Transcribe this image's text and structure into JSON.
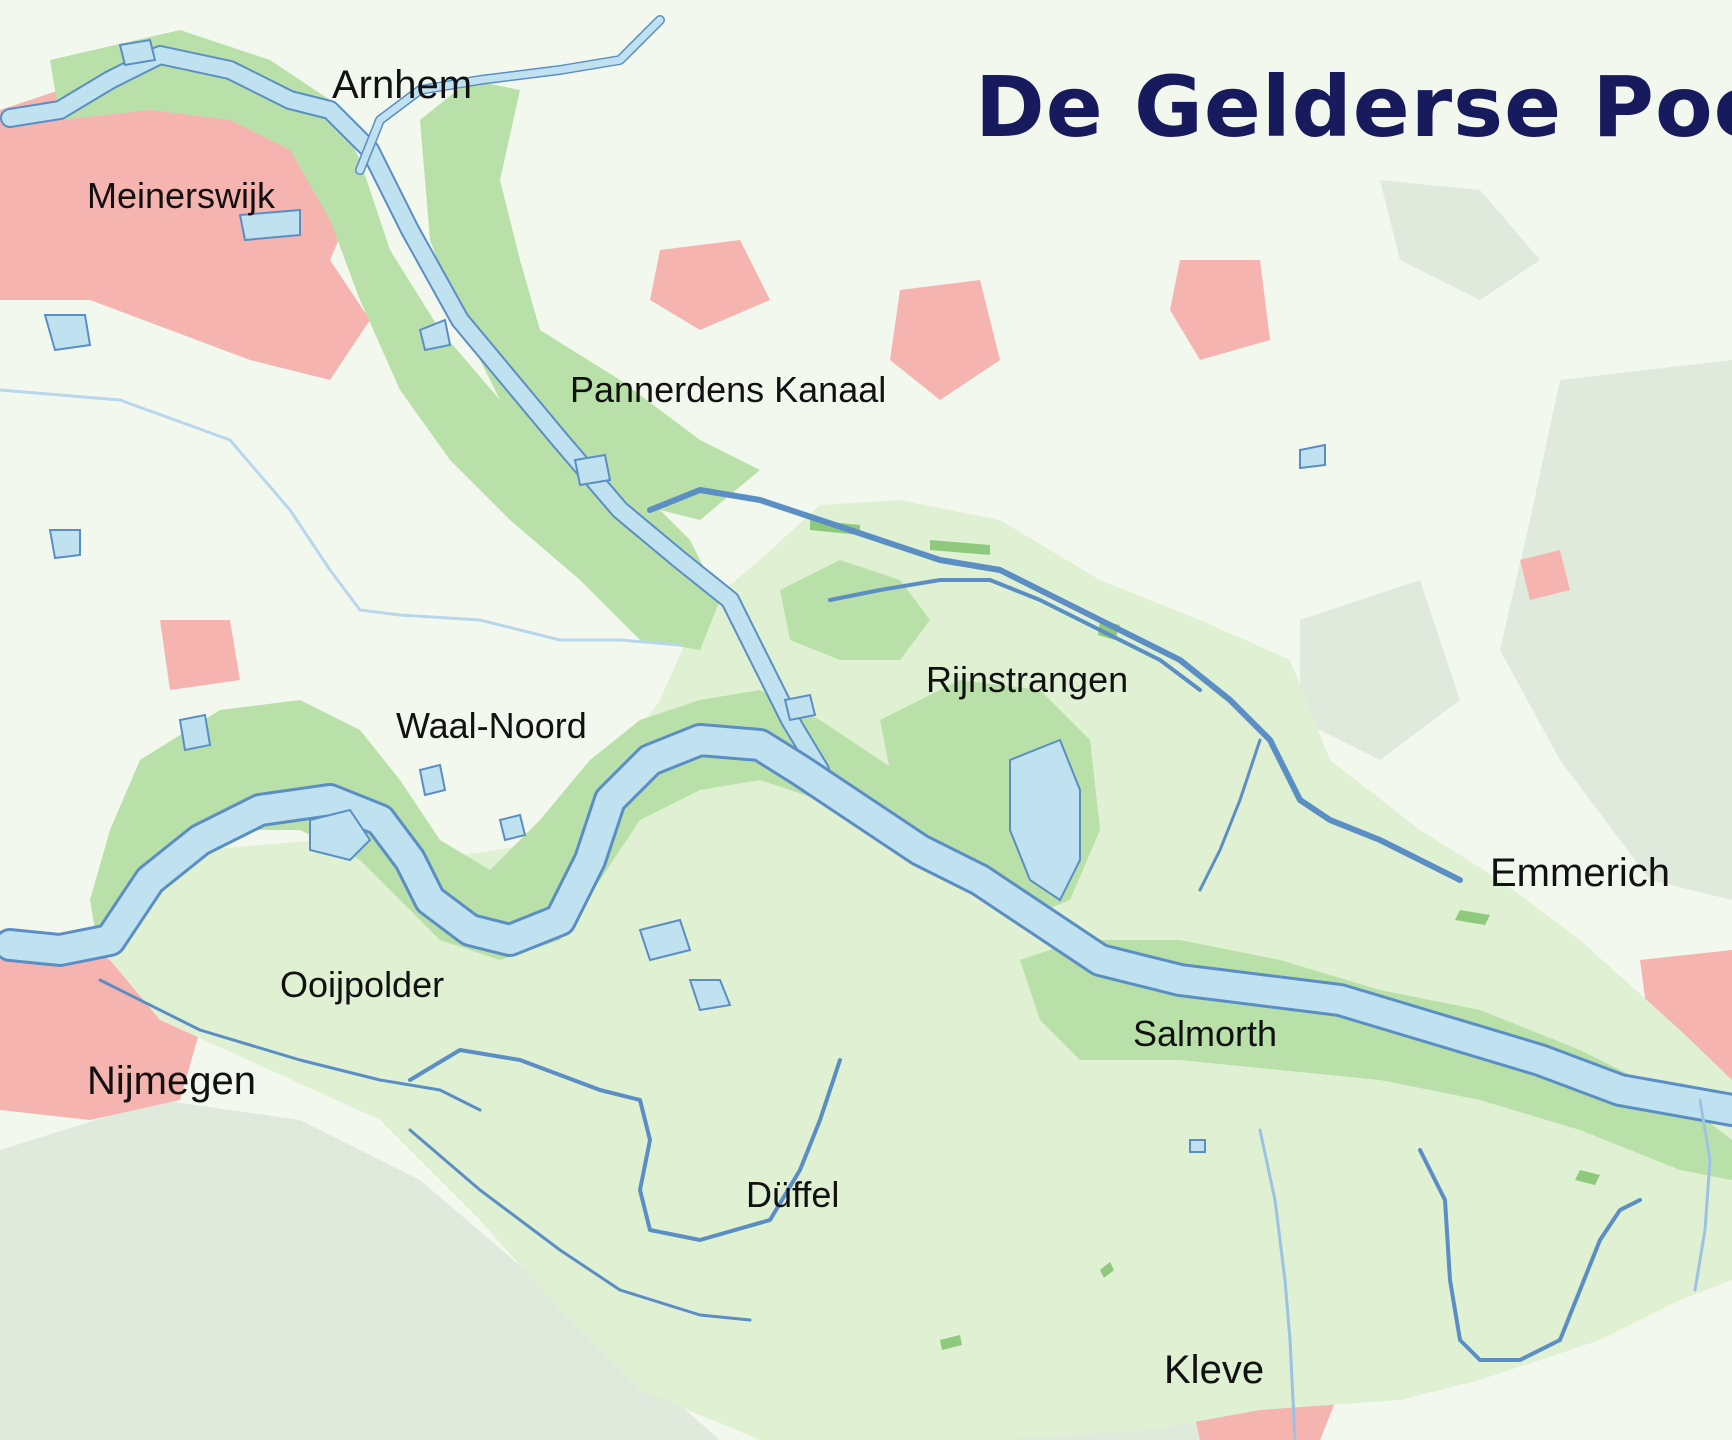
{
  "map": {
    "title": "De Gelderse Poort",
    "places": {
      "arnhem": "Arnhem",
      "meinerswijk": "Meinerswijk",
      "pannerdens_kanaal": "Pannerdens Kanaal",
      "rijnstrangen": "Rijnstrangen",
      "waal_noord": "Waal-Noord",
      "ooijpolder": "Ooijpolder",
      "nijmegen": "Nijmegen",
      "salmorth": "Salmorth",
      "emmerich": "Emmerich",
      "duffel": "Düffel",
      "kleve": "Kleve"
    },
    "colors": {
      "background": "#f3f8ef",
      "urban": "#f6b4b0",
      "forest": "#dfe9dc",
      "floodplain": "#b9e0a8",
      "nature_area": "#dff0d3",
      "water": "#c0e2f0",
      "water_outline": "#5a8ec4",
      "title": "#181a5e"
    }
  }
}
